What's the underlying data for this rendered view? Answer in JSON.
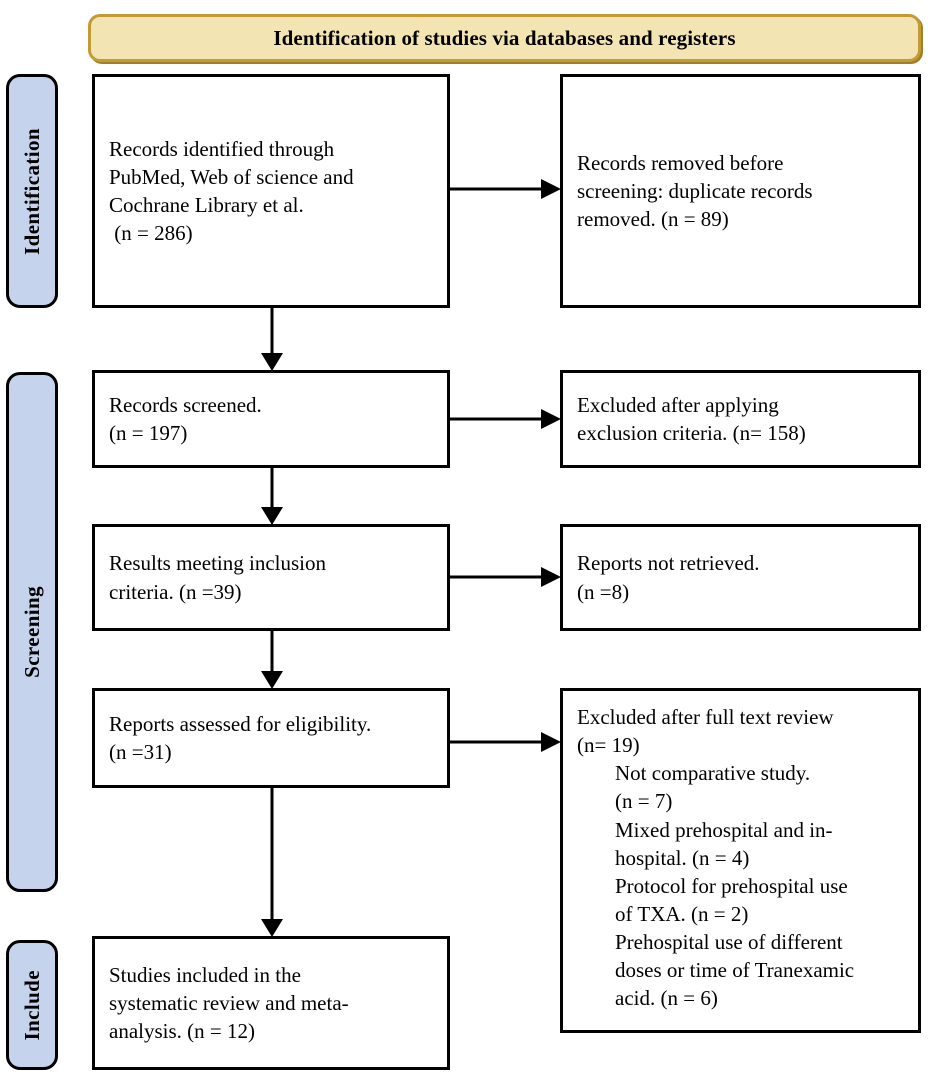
{
  "banner": {
    "title": "Identification of studies via databases and registers",
    "fill": "#F3E5B3",
    "border": "#C49A34"
  },
  "stages": {
    "fill": "#C5D4EC",
    "border": "#000000",
    "identification": "Identification",
    "screening": "Screening",
    "include": "Include"
  },
  "flow": {
    "identified": "Records identified through\nPubMed, Web of science and\nCochrane Library et al.\n (n = 286)",
    "removed": "Records removed before\nscreening: duplicate records\nremoved. (n = 89)",
    "screened": "Records screened.\n(n = 197)",
    "excluded_screening": "Excluded after applying\nexclusion criteria. (n= 158)",
    "results": "Results meeting inclusion\ncriteria. (n =39)",
    "not_retrieved": "Reports not retrieved.\n(n =8)",
    "assessed": "Reports assessed for eligibility.\n(n =31)",
    "excluded_full_head": "Excluded after full text review\n(n= 19)",
    "excluded_full_items": "Not comparative study.\n(n = 7)\nMixed prehospital and in-\nhospital. (n = 4)\nProtocol for prehospital use\nof TXA. (n = 2)\nPrehospital use of different\ndoses or time of Tranexamic\nacid. (n = 6)",
    "included": "Studies included in the\nsystematic review and meta-\nanalysis. (n = 12)"
  },
  "chart_data": {
    "type": "diagram",
    "title": "Identification of studies via databases and registers",
    "stages": [
      "Identification",
      "Screening",
      "Include"
    ],
    "nodes": [
      {
        "id": "identified",
        "stage": "Identification",
        "label": "Records identified through PubMed, Web of science and Cochrane Library et al.",
        "n": 286
      },
      {
        "id": "removed",
        "stage": "Identification",
        "label": "Records removed before screening: duplicate records removed.",
        "n": 89
      },
      {
        "id": "screened",
        "stage": "Screening",
        "label": "Records screened.",
        "n": 197
      },
      {
        "id": "excluded_screening",
        "stage": "Screening",
        "label": "Excluded after applying exclusion criteria.",
        "n": 158
      },
      {
        "id": "results",
        "stage": "Screening",
        "label": "Results meeting inclusion criteria.",
        "n": 39
      },
      {
        "id": "not_retrieved",
        "stage": "Screening",
        "label": "Reports not retrieved.",
        "n": 8
      },
      {
        "id": "assessed",
        "stage": "Screening",
        "label": "Reports assessed for eligibility.",
        "n": 31
      },
      {
        "id": "excluded_full",
        "stage": "Screening",
        "label": "Excluded after full text review",
        "n": 19,
        "children": [
          {
            "label": "Not comparative study.",
            "n": 7
          },
          {
            "label": "Mixed prehospital and in-hospital.",
            "n": 4
          },
          {
            "label": "Protocol for prehospital use of TXA.",
            "n": 2
          },
          {
            "label": "Prehospital use of different doses or time of Tranexamic acid.",
            "n": 6
          }
        ]
      },
      {
        "id": "included",
        "stage": "Include",
        "label": "Studies included in the systematic review and meta-analysis.",
        "n": 12
      }
    ],
    "edges": [
      {
        "from": "identified",
        "to": "removed",
        "direction": "right"
      },
      {
        "from": "identified",
        "to": "screened",
        "direction": "down"
      },
      {
        "from": "screened",
        "to": "excluded_screening",
        "direction": "right"
      },
      {
        "from": "screened",
        "to": "results",
        "direction": "down"
      },
      {
        "from": "results",
        "to": "not_retrieved",
        "direction": "right"
      },
      {
        "from": "results",
        "to": "assessed",
        "direction": "down"
      },
      {
        "from": "assessed",
        "to": "excluded_full",
        "direction": "right"
      },
      {
        "from": "assessed",
        "to": "included",
        "direction": "down"
      }
    ]
  }
}
